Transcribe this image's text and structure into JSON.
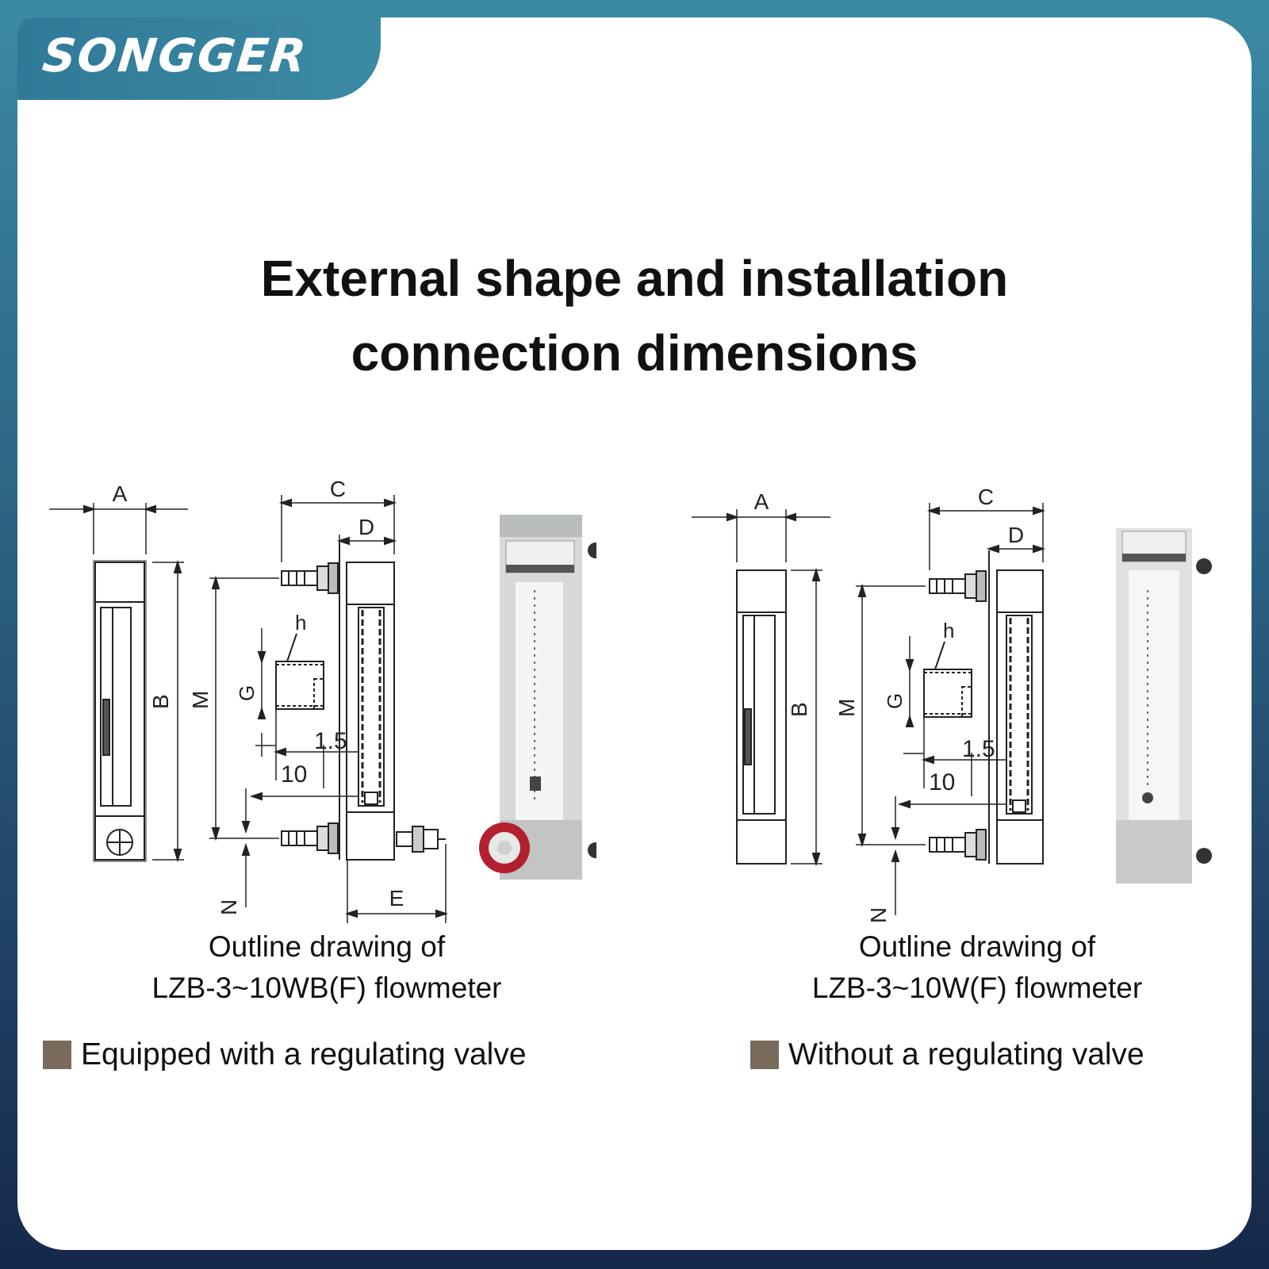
{
  "brand": {
    "name": "SONGGER"
  },
  "title": {
    "line1": "External shape and installation",
    "line2": "connection dimensions"
  },
  "colors": {
    "bullet": "#7b6b5c",
    "valve_red": "#b32030",
    "background_top": "#3b8aa4",
    "background_bottom": "#16284a"
  },
  "left_panel": {
    "labels": {
      "A": "A",
      "B": "B",
      "C": "C",
      "D": "D",
      "E": "E",
      "M": "M",
      "N": "N",
      "G": "G",
      "h": "h",
      "d15": "1.5",
      "d10": "10"
    },
    "caption": {
      "line1": "Outline drawing of",
      "line2": "LZB-3~10WB(F) flowmeter"
    },
    "note": "Equipped with a regulating valve"
  },
  "right_panel": {
    "labels": {
      "A": "A",
      "B": "B",
      "C": "C",
      "D": "D",
      "M": "M",
      "N": "N",
      "G": "G",
      "h": "h",
      "d15": "1.5",
      "d10": "10"
    },
    "caption": {
      "line1": "Outline drawing of",
      "line2": "LZB-3~10W(F) flowmeter"
    },
    "note": "Without a regulating valve"
  }
}
